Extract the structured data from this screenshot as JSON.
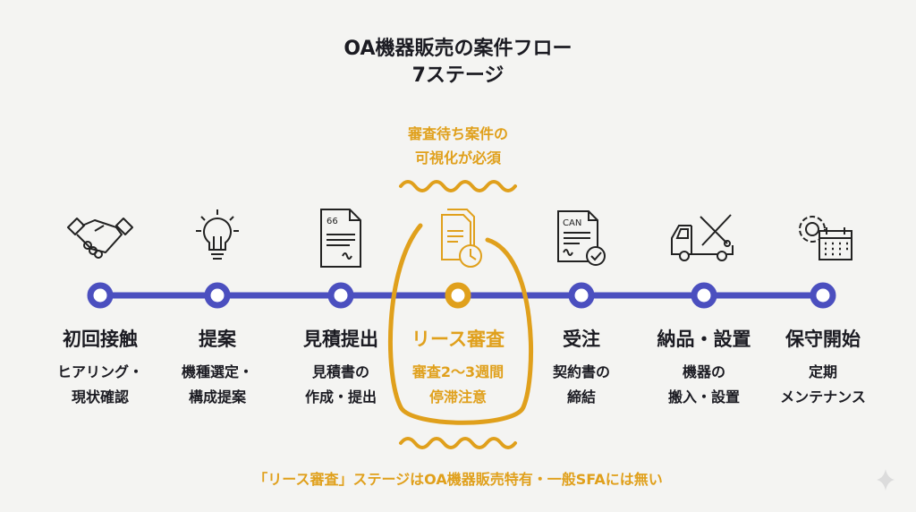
{
  "title_lines": [
    "OA機器販売の案件フロー",
    "7ステージ"
  ],
  "callout_lines": [
    "審査待ち案件の",
    "可視化が必須"
  ],
  "stages": [
    {
      "name": "初回接触",
      "sub": [
        "ヒアリング・",
        "現状確認"
      ],
      "icon": "handshake-icon"
    },
    {
      "name": "提案",
      "sub": [
        "機種選定・",
        "構成提案"
      ],
      "icon": "lightbulb-icon"
    },
    {
      "name": "見積提出",
      "sub": [
        "見積書の",
        "作成・提出"
      ],
      "icon": "document-icon"
    },
    {
      "name": "リース審査",
      "sub": [
        "審査2〜3週間",
        "停滞注意"
      ],
      "icon": "documents-clock-icon",
      "highlight": true
    },
    {
      "name": "受注",
      "sub": [
        "契約書の",
        "締結"
      ],
      "icon": "contract-check-icon",
      "icon_text": "CAN"
    },
    {
      "name": "納品・設置",
      "sub": [
        "機器の",
        "搬入・設置"
      ],
      "icon": "truck-tools-icon"
    },
    {
      "name": "保守開始",
      "sub": [
        "定期",
        "メンテナンス"
      ],
      "icon": "gear-calendar-icon"
    }
  ],
  "footer": "「リース審査」ステージはOA機器販売特有・一般SFAには無い",
  "colors": {
    "timeline": "#4b4fbf",
    "highlight": "#e0a01c",
    "text": "#1b1b22",
    "background": "#f4f4f2"
  }
}
